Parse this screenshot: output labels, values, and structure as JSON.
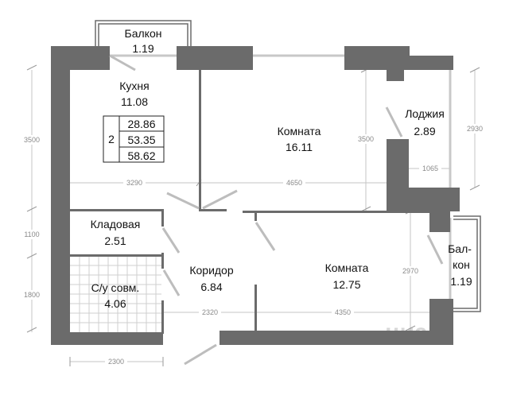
{
  "rooms": {
    "balcony_top": {
      "name": "Балкон",
      "area": "1.19"
    },
    "kitchen": {
      "name": "Кухня",
      "area": "11.08"
    },
    "room_big": {
      "name": "Комната",
      "area": "16.11"
    },
    "loggia": {
      "name": "Лоджия",
      "area": "2.89"
    },
    "storage": {
      "name": "Кладовая",
      "area": "2.51"
    },
    "corridor": {
      "name": "Коридор",
      "area": "6.84"
    },
    "room_small": {
      "name": "Комната",
      "area": "12.75"
    },
    "bathroom": {
      "name": "С/у совм.",
      "area": "4.06"
    },
    "balcony_right": {
      "name_1": "Бал-",
      "name_2": "кон",
      "area": "1.19"
    }
  },
  "area_table": {
    "rooms_count": "2",
    "living": "28.86",
    "total": "53.35",
    "total_with_balcony": "58.62"
  },
  "dimensions": {
    "d3500_left": "3500",
    "d1100": "1100",
    "d1800": "1800",
    "d3290": "3290",
    "d4650": "4650",
    "d3500_mid": "3500",
    "d2930": "2930",
    "d1065": "1065",
    "d2970": "2970",
    "d2320": "2320",
    "d4350": "4350",
    "d2300": "2300"
  },
  "watermark": "циан"
}
